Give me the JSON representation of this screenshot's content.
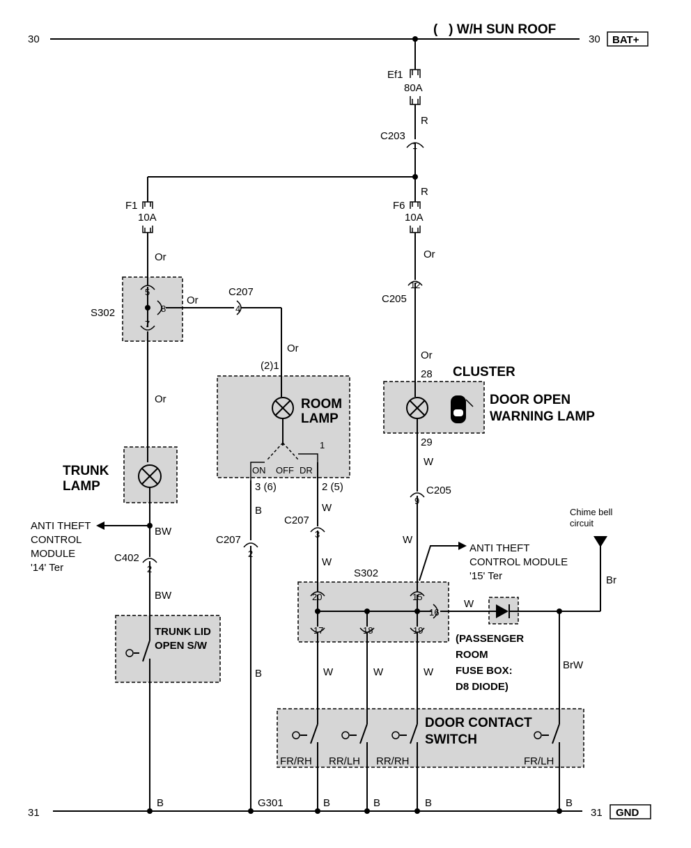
{
  "bus": {
    "top_left": "30",
    "top_right": "30",
    "bat": "BAT+",
    "top_title": "(   ) W/H SUN ROOF",
    "bottom_left": "31",
    "bottom_right": "31",
    "gnd": "GND",
    "ground_id": "G301"
  },
  "fuses": {
    "ef1_id": "Ef1",
    "ef1_rating": "80A",
    "f1_id": "F1",
    "f1_rating": "10A",
    "f6_id": "F6",
    "f6_rating": "10A"
  },
  "connectors": {
    "c203": "C203",
    "c203_pin": "1",
    "c205_top": "C205",
    "c205_top_pin": "12",
    "c205_bot": "C205",
    "c205_bot_pin": "9",
    "c207_a": "C207",
    "c207_a_pin": "4",
    "c207_b": "C207",
    "c207_b_pin": "2",
    "c207_c": "C207",
    "c207_c_pin": "3",
    "c402": "C402",
    "c402_pin": "2"
  },
  "splices": {
    "s302_left": "S302",
    "s302_left_pins": [
      "5",
      "8",
      "7"
    ],
    "s302_right": "S302",
    "s302_right_pins": [
      "20",
      "17",
      "18",
      "15",
      "16",
      "19"
    ]
  },
  "wires": {
    "r1": "R",
    "r2": "R",
    "or_f1": "Or",
    "or_f6": "Or",
    "or_s302": "Or",
    "or_c207": "Or",
    "or_trunk": "Or",
    "or_cluster": "Or",
    "w_cluster": "W",
    "w_c205": "W",
    "w_c207": "W",
    "w_s302": "W",
    "w_diode": "W",
    "w_d1": "W",
    "w_d2": "W",
    "w_d3": "W",
    "b_room": "B",
    "b_mid": "B",
    "bw1": "BW",
    "bw2": "BW",
    "br": "Br",
    "brw": "BrW",
    "b_g1": "B",
    "b_g2": "B",
    "b_g3": "B",
    "b_g4": "B",
    "b_g5": "B"
  },
  "components": {
    "room_lamp": "ROOM\nLAMP",
    "room_pin_top": "(2)1",
    "room_pin_right": "1",
    "room_switch_on": "ON",
    "room_switch_off": "OFF",
    "room_switch_dr": "DR",
    "room_pin_left": "3 (6)",
    "room_pin_mid": "2 (5)",
    "trunk_lamp": "TRUNK\nLAMP",
    "cluster": "CLUSTER",
    "cluster_pin_top": "28",
    "cluster_pin_bot": "29",
    "door_open_lamp": "DOOR OPEN\nWARNING LAMP",
    "trunk_lid_switch": "TRUNK LID\nOPEN S/W",
    "door_contact_switch": "DOOR CONTACT\nSWITCH",
    "sw_fr_rh": "FR/RH",
    "sw_rr_lh": "RR/LH",
    "sw_rr_rh": "RR/RH",
    "sw_fr_lh": "FR/LH",
    "passenger_box": "(PASSENGER\nROOM\nFUSE BOX:\nD8 DIODE)",
    "anti_theft_14": "ANTI THEFT\nCONTROL\nMODULE\n'14' Ter",
    "anti_theft_15": "ANTI THEFT\nCONTROL MODULE\n'15' Ter",
    "chime": "Chime bell\ncircuit"
  }
}
